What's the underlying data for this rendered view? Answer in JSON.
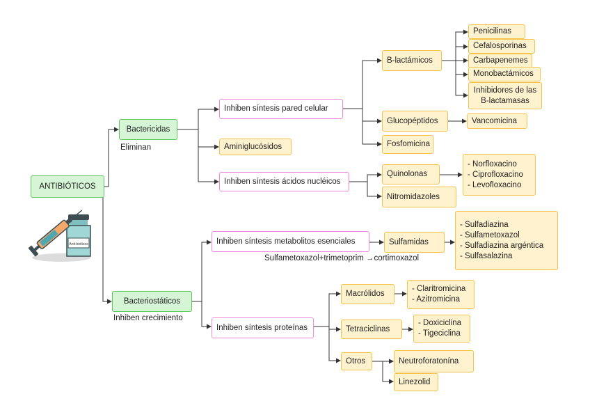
{
  "root": {
    "label": "ANTIBIÓTICOS"
  },
  "bactericidas": {
    "label": "Bactericidas",
    "note": "Eliminan"
  },
  "bacteriostaticos": {
    "label": "Bacteriostáticos",
    "note": "Inhiben crecimiento"
  },
  "pared": {
    "label": "Inhiben síntesis pared celular"
  },
  "amino": {
    "label": "Aminiglucósidos"
  },
  "acidos": {
    "label": "Inhiben síntesis ácidos nucléicos"
  },
  "blact": {
    "label": "B-lactámicos"
  },
  "penicilinas": {
    "label": "Penicilinas"
  },
  "cefalosporinas": {
    "label": "Cefalosporinas"
  },
  "carbapenemes": {
    "label": "Carbapenemes"
  },
  "monobactamicos": {
    "label": "Monobactámicos"
  },
  "inhibidores": {
    "line1": "Inhibidores de las",
    "line2": "B-lactamasas"
  },
  "glucopeptidos": {
    "label": "Glucopéptidos"
  },
  "vancomicina": {
    "label": "Vancomicina"
  },
  "fosfomicina": {
    "label": "Fosfomicina"
  },
  "quinolonas": {
    "label": "Quinolonas"
  },
  "quinolonas_list": [
    "- Norfloxacino",
    "- Ciprofloxacino",
    "- Levofloxacino"
  ],
  "nitromidazoles": {
    "label": "Nitromidazoles"
  },
  "metabolitos": {
    "label": "Inhiben síntesis metabolitos esenciales"
  },
  "sulfamidas": {
    "label": "Sulfamidas"
  },
  "sulfa_list": [
    "- Sulfadiazina",
    "- Sulfametoxazol",
    "- Sulfadiazina argéntica",
    "- Sulfasalazina"
  ],
  "sulfa_note": "Sulfametoxazol+trimetoprim →cortimoxazol",
  "proteinas": {
    "label": "Inhiben síntesis proteínas"
  },
  "macrolidos": {
    "label": "Macrólidos"
  },
  "macrolidos_list": [
    "- Claritromicina",
    "- Azitromicina"
  ],
  "tetraciclinas": {
    "label": "Tetraciclinas"
  },
  "tetraciclinas_list": [
    "- Doxiciclina",
    "- Tigeciclina"
  ],
  "otros": {
    "label": "Otros"
  },
  "neutro": {
    "label": "Neutroforatonína"
  },
  "linezolid": {
    "label": "Linezolid"
  },
  "vial_text": "Anti-bióticos"
}
